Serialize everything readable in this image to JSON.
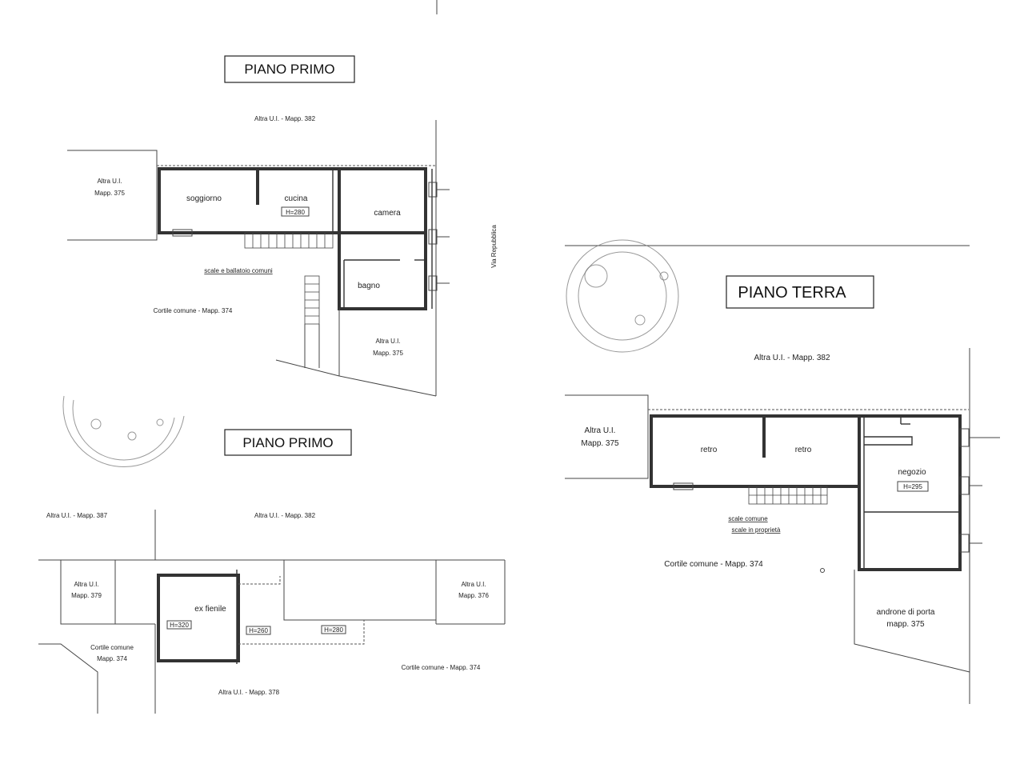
{
  "sheet1": {
    "title": "PIANO PRIMO",
    "north_neighbor": "Altra U.I. - Mapp. 382",
    "west_neighbor_a": "Altra U.I.",
    "west_neighbor_b": "Mapp. 375",
    "rooms": {
      "soggiorno": "soggiorno",
      "cucina": "cucina",
      "cucina_h": "H=280",
      "camera": "camera",
      "bagno": "bagno"
    },
    "stairs_label": "scale e ballatoio comuni",
    "courtyard": "Cortile comune - Mapp. 374",
    "se_neighbor_a": "Altra U.I.",
    "se_neighbor_b": "Mapp. 375",
    "street": "Via Repubblica"
  },
  "sheet2": {
    "title": "PIANO PRIMO",
    "nw_neighbor": "Altra U.I. - Mapp. 387",
    "north_neighbor": "Altra U.I. - Mapp. 382",
    "west_neighbor_a": "Altra U.I.",
    "west_neighbor_b": "Mapp. 379",
    "east_neighbor_a": "Altra U.I.",
    "east_neighbor_b": "Mapp. 376",
    "room": "ex fienile",
    "h1": "H=320",
    "h2": "H=260",
    "h3": "H=280",
    "courtyard_w_a": "Cortile comune",
    "courtyard_w_b": "Mapp. 374",
    "courtyard_e": "Cortile comune - Mapp. 374",
    "south_neighbor": "Altra U.I. - Mapp. 378"
  },
  "sheet3": {
    "title": "PIANO TERRA",
    "north_neighbor": "Altra U.I. - Mapp. 382",
    "west_neighbor_a": "Altra U.I.",
    "west_neighbor_b": "Mapp. 375",
    "rooms": {
      "retro1": "retro",
      "retro2": "retro",
      "negozio": "negozio",
      "negozio_h": "H=295"
    },
    "stairs_common": "scale comune",
    "stairs_own": "scale in proprietà",
    "courtyard": "Cortile comune - Mapp. 374",
    "androne_a": "androne di porta",
    "androne_b": "mapp. 375"
  }
}
